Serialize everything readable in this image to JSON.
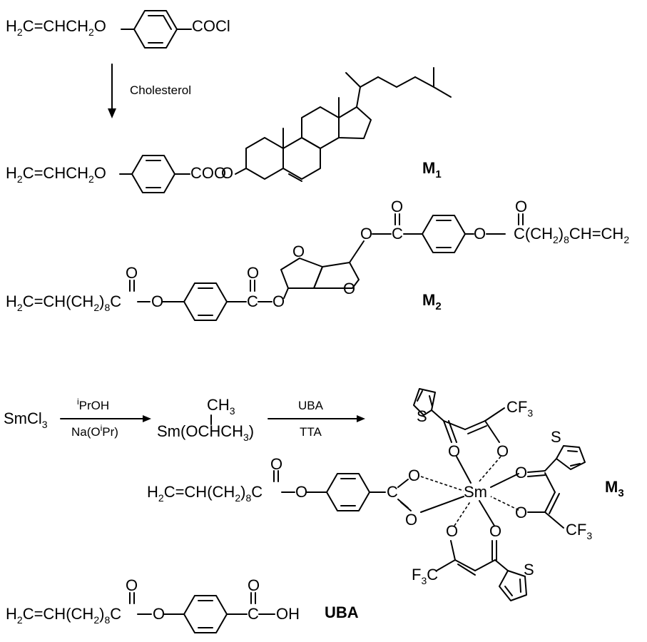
{
  "scheme1": {
    "start": {
      "a": "H",
      "b": "2",
      "c": "C",
      "d": "=CHCH",
      "e": "2",
      "f": "O",
      "g": "COCl"
    },
    "arrow_label": "Cholesterol",
    "product": {
      "a": "H",
      "b": "2",
      "c": "C",
      "d": "=CHCH",
      "e": "2",
      "f": "O",
      "g": "COO",
      "h": "O",
      "label_main": "M",
      "label_sub": "1"
    }
  },
  "m2": {
    "right_O": "O",
    "right_C": "C",
    "right_carbonyl_O": "O",
    "right_ester_O": "O",
    "right_chain": {
      "a": "C(CH",
      "b": "2",
      "c": ")",
      "d": "8",
      "e": "CH=CH",
      "f": "2"
    },
    "left_chain": {
      "a": "H",
      "b": "2",
      "c": "C=CH(CH",
      "d": "2",
      "e": ")",
      "f": "8",
      "g": "C",
      "h": "O"
    },
    "left_carbonyl_O": "O",
    "ester_C": "C",
    "ester_carbonyl_O": "O",
    "ester_O": "O",
    "ring_O_top": "O",
    "ring_O_bottom": "O",
    "label_main": "M",
    "label_sub": "2"
  },
  "scheme2": {
    "reactant": {
      "a": "SmCl",
      "b": "3"
    },
    "step1_top": {
      "sup": "i",
      "text": "PrOH"
    },
    "step1_bottom": {
      "a": "Na(O",
      "sup": "i",
      "b": "Pr)"
    },
    "intermediate_top": {
      "a": "CH",
      "b": "3"
    },
    "intermediate": {
      "a": "Sm(OCHCH",
      "b": "3",
      "c": ")"
    },
    "step2_top": "UBA",
    "step2_bottom": "TTA"
  },
  "m3": {
    "chain": {
      "a": "H",
      "b": "2",
      "c": "C=CH(CH",
      "d": "2",
      "e": ")",
      "f": "8",
      "g": "C",
      "h": "O"
    },
    "carbonyl_O": "O",
    "carboxylate_C": "C",
    "carboxylate_O_top": "O",
    "carboxylate_O_bottom": "O",
    "metal": "Sm",
    "tta_top": {
      "S": "S",
      "O_left": "O",
      "O_right": "O",
      "cf3_a": "CF",
      "cf3_b": "3"
    },
    "tta_right": {
      "S": "S",
      "O_top": "O",
      "O_bottom": "O",
      "cf3_a": "CF",
      "cf3_b": "3"
    },
    "tta_bottom": {
      "S": "S",
      "O_left": "O",
      "O_right": "O",
      "cf3_a": "F",
      "cf3_b": "3",
      "cf3_c": "C"
    },
    "label_main": "M",
    "label_sub": "3"
  },
  "uba": {
    "chain": {
      "a": "H",
      "b": "2",
      "c": "C=CH(CH",
      "d": "2",
      "e": ")",
      "f": "8",
      "g": "C",
      "h": "O"
    },
    "carbonyl_O": "O",
    "acid_O": "O",
    "acid_C": "C",
    "acid_OH": "OH",
    "label": "UBA"
  }
}
